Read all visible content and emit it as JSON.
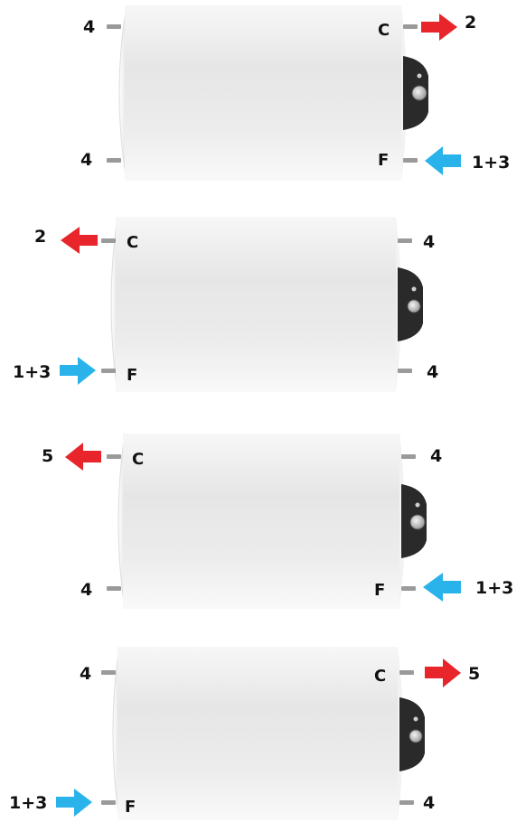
{
  "colors": {
    "hot_arrow": "#e8252b",
    "cold_arrow": "#29b3ea",
    "tank_body": "#eeeeee",
    "control_panel": "#2a2a2a"
  },
  "icons": {
    "hot_outlet": "red-arrow-icon",
    "cold_inlet": "blue-arrow-icon",
    "control_knob": "thermostat-knob-icon",
    "pipe_fitting": "pipe-fitting-icon"
  },
  "configurations": [
    {
      "name": "configuration-1",
      "panel_side": "right",
      "top_left": "4",
      "bottom_left": "4",
      "top_right_port": "C",
      "bottom_right_port": "F",
      "hot_label": "2",
      "cold_label": "1+3"
    },
    {
      "name": "configuration-2",
      "panel_side": "right",
      "top_right": "4",
      "bottom_right": "4",
      "top_left_port": "C",
      "bottom_left_port": "F",
      "hot_label": "2",
      "cold_label": "1+3"
    },
    {
      "name": "configuration-3",
      "panel_side": "right",
      "top_right": "4",
      "bottom_left": "4",
      "top_left_port": "C",
      "bottom_right_port": "F",
      "hot_label": "5",
      "cold_label": "1+3"
    },
    {
      "name": "configuration-4",
      "panel_side": "right",
      "top_left": "4",
      "bottom_right": "4",
      "top_right_port": "C",
      "bottom_left_port": "F",
      "hot_label": "5",
      "cold_label": "1+3"
    }
  ]
}
